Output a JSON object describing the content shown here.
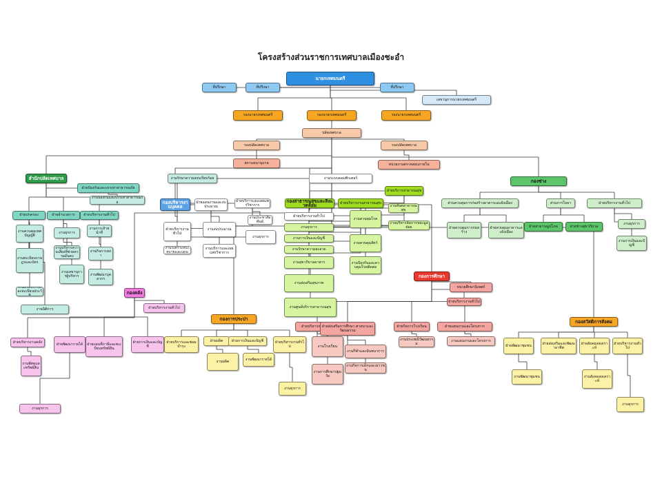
{
  "title": "โครงสร้างส่วนราชการเทศบาลเมืองชะอำ",
  "colors": {
    "line": "#333333"
  },
  "nodes": [
    {
      "t": "นายกเทศมนตรี",
      "c": "dblue big"
    },
    {
      "t": "ที่ปรึกษา",
      "c": "blue"
    },
    {
      "t": "ที่ปรึกษา",
      "c": "blue"
    },
    {
      "t": "ที่ปรึกษา",
      "c": "blue"
    },
    {
      "t": "เลขานุการนายกเทศมนตรี",
      "c": "lblue"
    },
    {
      "t": "รองนายกเทศมนตรี",
      "c": "orange"
    },
    {
      "t": "รองนายกเทศมนตรี",
      "c": "orange"
    },
    {
      "t": "รองนายกเทศมนตรี",
      "c": "orange"
    },
    {
      "t": "ปลัดเทศบาล",
      "c": "peach"
    },
    {
      "t": "รองปลัดเทศบาล",
      "c": "peach"
    },
    {
      "t": "รองปลัดเทศบาล",
      "c": "peach"
    },
    {
      "t": "สถานธนานุบาล",
      "c": "salmon"
    },
    {
      "t": "หน่วยงานตรวจสอบภายใน",
      "c": "salmon"
    },
    {
      "t": "สำนักปลัดเทศบาล",
      "c": "dgreen big"
    },
    {
      "t": "ฝ่ายปกครอง",
      "c": "teal"
    },
    {
      "t": "ฝ่ายอำนวยการ",
      "c": "teal"
    },
    {
      "t": "ฝ่ายบริหารงานทั่วไป",
      "c": "teal"
    },
    {
      "t": "ฝ่ายป้องกันและบรรเทาสาธารณภัย",
      "c": "teal"
    },
    {
      "t": "งานป้องกันและบรรเทาสาธารณภัย",
      "c": "lteal"
    },
    {
      "t": "งานควบคุมเทศบัญญัติ",
      "c": "lteal"
    },
    {
      "t": "งานธุรการ",
      "c": "lteal"
    },
    {
      "t": "งานการเจ้าหน้าที่",
      "c": "lteal"
    },
    {
      "t": "งานทะเบียนราษฎรและบัตร",
      "c": "lteal"
    },
    {
      "t": "งานบริหารความเสี่ยงที่ช่วยความมั่นคง",
      "c": "lteal"
    },
    {
      "t": "งานกิจการสภา",
      "c": "lteal"
    },
    {
      "t": "งานเลขานุการผู้บริหาร",
      "c": "lteal"
    },
    {
      "t": "งานพัฒนาบุคลากร",
      "c": "lteal"
    },
    {
      "t": "งานสวัสดิการและทะเบียนประวัติ",
      "c": "lteal"
    },
    {
      "t": "งานนิติการ",
      "c": "lteal"
    },
    {
      "t": "งานรักษาความสงบเรียบร้อย",
      "c": "lteal"
    },
    {
      "t": "กองบริหารงานบุคคล",
      "c": "sky big"
    },
    {
      "t": "ฝ่ายแผนงานและงบประมาณ",
      "c": "white"
    },
    {
      "t": "ฝ่ายบริการและเผยแพร่วิชาการ",
      "c": "white"
    },
    {
      "t": "ฝ่ายบริหารงานทั่วไป",
      "c": "white"
    },
    {
      "t": "งานวิเคราะห์นโยบายและแผน",
      "c": "white"
    },
    {
      "t": "งานงบประมาณ",
      "c": "white"
    },
    {
      "t": "งานบริการและเผยแพร่วิชาการ",
      "c": "white"
    },
    {
      "t": "งานประชาสัมพันธ์",
      "c": "white"
    },
    {
      "t": "งานธุรการ",
      "c": "white"
    },
    {
      "t": "งานระบบคอมพิวเตอร์",
      "c": "white"
    },
    {
      "t": "กองสาธารณสุขและสิ่งแวดล้อม",
      "c": "lime big"
    },
    {
      "t": "ฝ่ายบริหารงานสาธารณสุข",
      "c": "lime"
    },
    {
      "t": "ฝ่ายบริการสาธารณสุข",
      "c": "lime"
    },
    {
      "t": "ฝ่ายบริหารงานทั่วไป",
      "c": "white"
    },
    {
      "t": "งานธุรการ",
      "c": "lgreen"
    },
    {
      "t": "งานการเงินและบัญชี",
      "c": "lgreen"
    },
    {
      "t": "งานรักษาความสะอาด",
      "c": "lgreen"
    },
    {
      "t": "งานสุขาภิบาลอาหาร",
      "c": "lgreen"
    },
    {
      "t": "งานส่งเสริมสุขภาพ",
      "c": "lgreen"
    },
    {
      "t": "งานศูนย์บริการสาธารณสุข",
      "c": "lgreen"
    },
    {
      "t": "งานควบคุมโรค",
      "c": "lgreen"
    },
    {
      "t": "งานควบคุมสัตว์",
      "c": "lgreen"
    },
    {
      "t": "งานป้องกันและควบคุมโรคติดต่อ",
      "c": "lgreen"
    },
    {
      "t": "งานทันตสาธารณสุข",
      "c": "lgreen"
    },
    {
      "t": "งานบริหารจัดการขยะมูลฝอย",
      "c": "lgreen"
    },
    {
      "t": "กองช่าง",
      "c": "green2 big"
    },
    {
      "t": "ส่วนควบคุมการก่อสร้างอาคารและผังเมือง",
      "c": "lgreen2"
    },
    {
      "t": "ส่วนการโยธา",
      "c": "lgreen2"
    },
    {
      "t": "ฝ่ายบริหารงานทั่วไป",
      "c": "lgreen2"
    },
    {
      "t": "ฝ่ายควบคุมการก่อสร้าง",
      "c": "lgreen2"
    },
    {
      "t": "ฝ่ายควบคุมอาคารและผังเมือง",
      "c": "lgreen2"
    },
    {
      "t": "ฝ่ายสาธารณูปโภค",
      "c": "green2"
    },
    {
      "t": "ฝ่ายช่างสุขาภิบาล",
      "c": "green2"
    },
    {
      "t": "งานธุรการ",
      "c": "lgreen2"
    },
    {
      "t": "งานการเงินและบัญชี",
      "c": "lgreen2"
    },
    {
      "t": "กองการศึกษา",
      "c": "red big"
    },
    {
      "t": "หน่วยศึกษานิเทศก์",
      "c": "pinkd"
    },
    {
      "t": "ฝ่ายบริหารงานทั่วไป",
      "c": "pinkd"
    },
    {
      "t": "ฝ่ายบริหารการศึกษา",
      "c": "pinkd"
    },
    {
      "t": "ฝ่ายส่งเสริมการศึกษา ศาสนาและวัฒนธรรม",
      "c": "pinkd"
    },
    {
      "t": "ฝ่ายกิจการโรงเรียน",
      "c": "pinkd"
    },
    {
      "t": "ฝ่ายแผนงานและโครงการ",
      "c": "pinkd"
    },
    {
      "t": "งานโรงเรียน",
      "c": "pink"
    },
    {
      "t": "งานการศึกษาปฐมวัย",
      "c": "pink"
    },
    {
      "t": "งานกีฬาและนันทนาการ",
      "c": "pink"
    },
    {
      "t": "งานกิจการเด็กและเยาวชน",
      "c": "pink"
    },
    {
      "t": "งานประเพณีวัฒนธรรม",
      "c": "pink"
    },
    {
      "t": "งานแผนงานและโครงการ",
      "c": "pink"
    },
    {
      "t": "กองคลัง",
      "c": "mag big"
    },
    {
      "t": "ฝ่ายบริหารงานคลัง",
      "c": "lmag"
    },
    {
      "t": "ฝ่ายพัฒนารายได้",
      "c": "lmag"
    },
    {
      "t": "ฝ่ายแผนที่ภาษีและทะเบียนทรัพย์สิน",
      "c": "lmag"
    },
    {
      "t": "ฝ่ายการเงินและบัญชี",
      "c": "lmag"
    },
    {
      "t": "ฝ่ายบริหารงานทั่วไป",
      "c": "lmag"
    },
    {
      "t": "งานพัสดุและทรัพย์สิน",
      "c": "lmag"
    },
    {
      "t": "งานธุรการ",
      "c": "lmag"
    },
    {
      "t": "กองการประปา",
      "c": "orange big"
    },
    {
      "t": "ฝ่ายบริการและซ่อมบำรุง",
      "c": "ylight"
    },
    {
      "t": "ฝ่ายผลิต",
      "c": "ylight"
    },
    {
      "t": "ฝ่ายการเงินและบัญชี",
      "c": "ylight"
    },
    {
      "t": "ฝ่ายบริหารงานทั่วไป",
      "c": "ylight"
    },
    {
      "t": "งานผลิต",
      "c": "ylight"
    },
    {
      "t": "งานพัฒนารายได้",
      "c": "ylight"
    },
    {
      "t": "งานธุรการ",
      "c": "ylight"
    },
    {
      "t": "กองสวัสดิการสังคม",
      "c": "orange big"
    },
    {
      "t": "ฝ่ายพัฒนาชุมชน",
      "c": "ylight"
    },
    {
      "t": "ฝ่ายส่งเสริมและพัฒนาอาชีพ",
      "c": "ylight"
    },
    {
      "t": "ฝ่ายสังคมสงเคราะห์",
      "c": "ylight"
    },
    {
      "t": "ฝ่ายบริหารงานทั่วไป",
      "c": "ylight"
    },
    {
      "t": "งานพัฒนาชุมชน",
      "c": "ylight"
    },
    {
      "t": "งานสังคมสงเคราะห์",
      "c": "ylight"
    },
    {
      "t": "งานธุรการ",
      "c": "ylight"
    }
  ]
}
